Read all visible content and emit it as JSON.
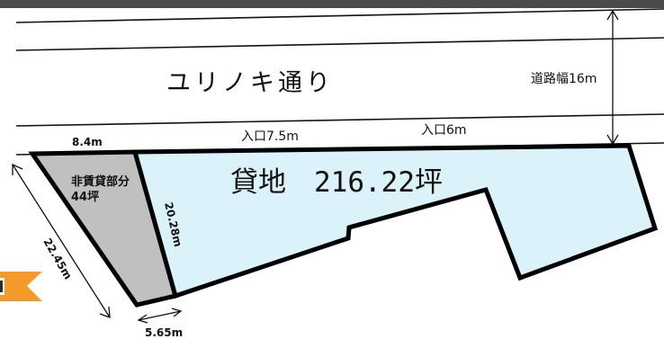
{
  "road": {
    "name": "ユリノキ通り",
    "width_label": "道路幅16m"
  },
  "entrances": [
    {
      "label": "入口7.5m"
    },
    {
      "label": "入口6m"
    }
  ],
  "rental_land": {
    "label": "貸地　216.22坪",
    "fill": "#dcf2fb"
  },
  "non_rental": {
    "label_line1": "非賃貸部分",
    "label_line2": "44坪",
    "fill": "#c0c0c0"
  },
  "dimensions": {
    "top_left": "8.4m",
    "inner_side": "20.28m",
    "left_side": "22.45m",
    "bottom": "5.65m"
  },
  "colors": {
    "outline": "#000000",
    "road_lines": "#111111",
    "photo_strip": "#4a4a48",
    "arrow_tab": "#f39a2b"
  }
}
